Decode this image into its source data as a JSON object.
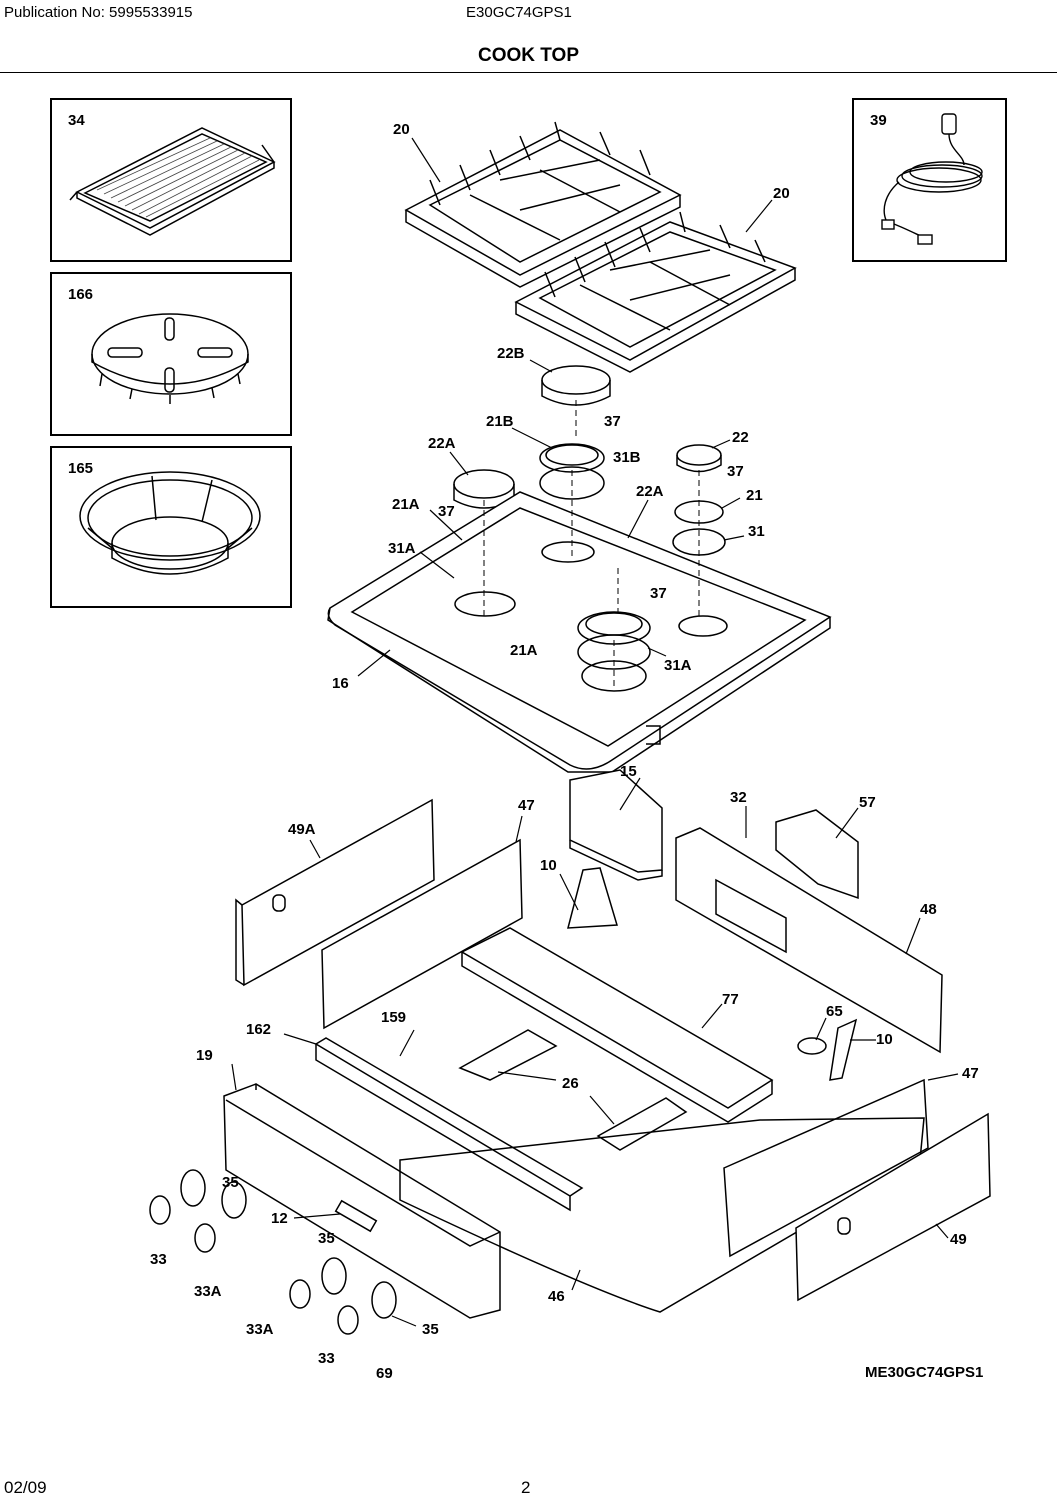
{
  "header": {
    "publication": "Publication No: 5995533915",
    "model": "E30GC74GPS1",
    "title": "COOK TOP"
  },
  "insets": {
    "griddle": "34",
    "wok_grate": "166",
    "wok_ring": "165",
    "power_cord": "39"
  },
  "callouts": {
    "grate_left": "20",
    "grate_right": "20",
    "cap_22b": "22B",
    "head_21b": "21B",
    "screw_37_top": "37",
    "cap_22": "22",
    "screw_37_right": "37",
    "cap_22a_left": "22A",
    "ring_31b": "31B",
    "head_21": "21",
    "ring_31": "31",
    "head_21a_left": "21A",
    "screw_37_left": "37",
    "cap_22a_front": "22A",
    "ring_31a_left": "31A",
    "screw_37_front": "37",
    "head_21a_front": "21A",
    "ring_31a_front": "31A",
    "cooktop_16": "16",
    "shield_15": "15",
    "panel_49a": "49A",
    "bracket_47_left": "47",
    "fitting_32": "32",
    "plate_57": "57",
    "bracket_10_left": "10",
    "panel_48": "48",
    "rail_77": "77",
    "bracket_65": "65",
    "bracket_10_right": "10",
    "channel_162": "162",
    "tray_159": "159",
    "side_47_right": "47",
    "manifold_19": "19",
    "bracket_26": "26",
    "bezel_35_top": "35",
    "label_12": "12",
    "panel_49": "49",
    "knob_33_left": "33",
    "bezel_35_mid": "35",
    "knob_33a_left": "33A",
    "base_46": "46",
    "knob_33a_front": "33A",
    "bezel_35_front": "35",
    "knob_33_front": "33",
    "clip_69": "69"
  },
  "drawing_code": "ME30GC74GPS1",
  "footer": {
    "date": "02/09",
    "page": "2"
  }
}
